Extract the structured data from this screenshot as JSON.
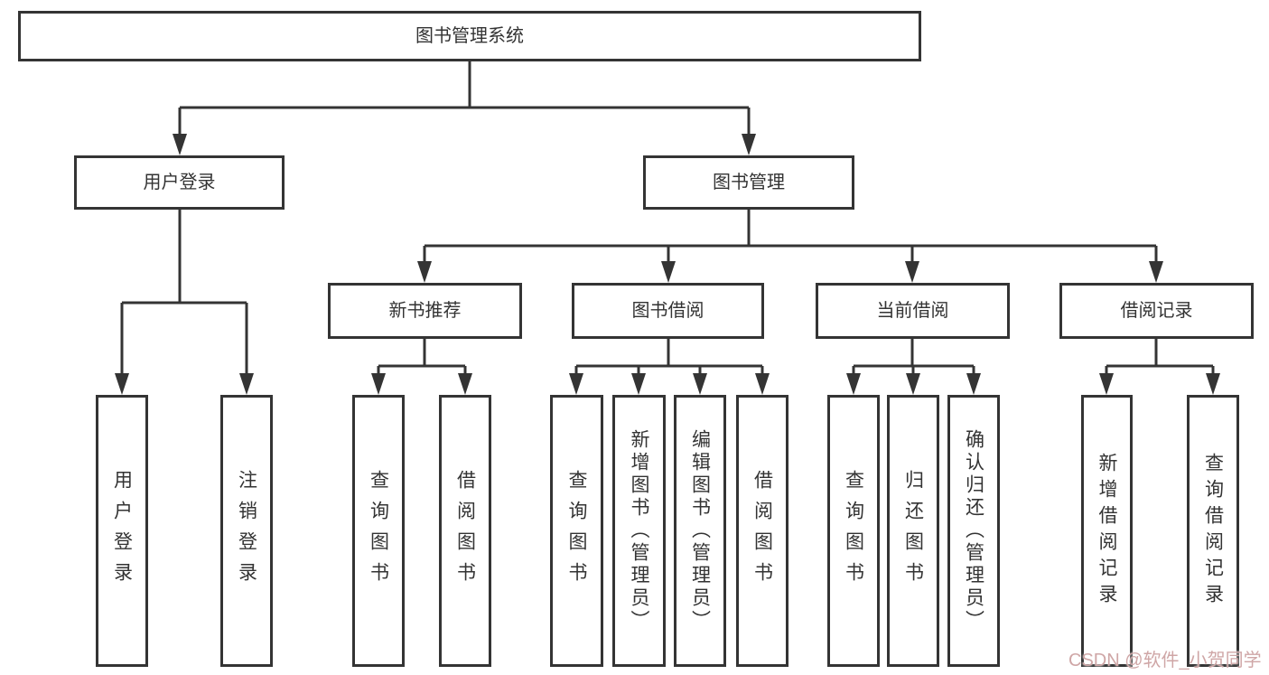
{
  "diagram": {
    "root": "图书管理系统",
    "branches": [
      {
        "label": "用户登录",
        "children": [
          "用户登录",
          "注销登录"
        ]
      },
      {
        "label": "图书管理",
        "groups": [
          {
            "label": "新书推荐",
            "children": [
              "查询图书",
              "借阅图书"
            ]
          },
          {
            "label": "图书借阅",
            "children": [
              "查询图书",
              "新增图书（管理员）",
              "编辑图书（管理员）",
              "借阅图书"
            ]
          },
          {
            "label": "当前借阅",
            "children": [
              "查询图书",
              "归还图书",
              "确认归还（管理员）"
            ]
          },
          {
            "label": "借阅记录",
            "children": [
              "新增借阅记录",
              "查询借阅记录"
            ]
          }
        ]
      }
    ]
  },
  "colors": {
    "line": "#343434",
    "text": "#333333",
    "background": "#ffffff",
    "watermark": "#cfa6a6"
  },
  "watermark": {
    "text": "CSDN @软件_小贺同学"
  }
}
